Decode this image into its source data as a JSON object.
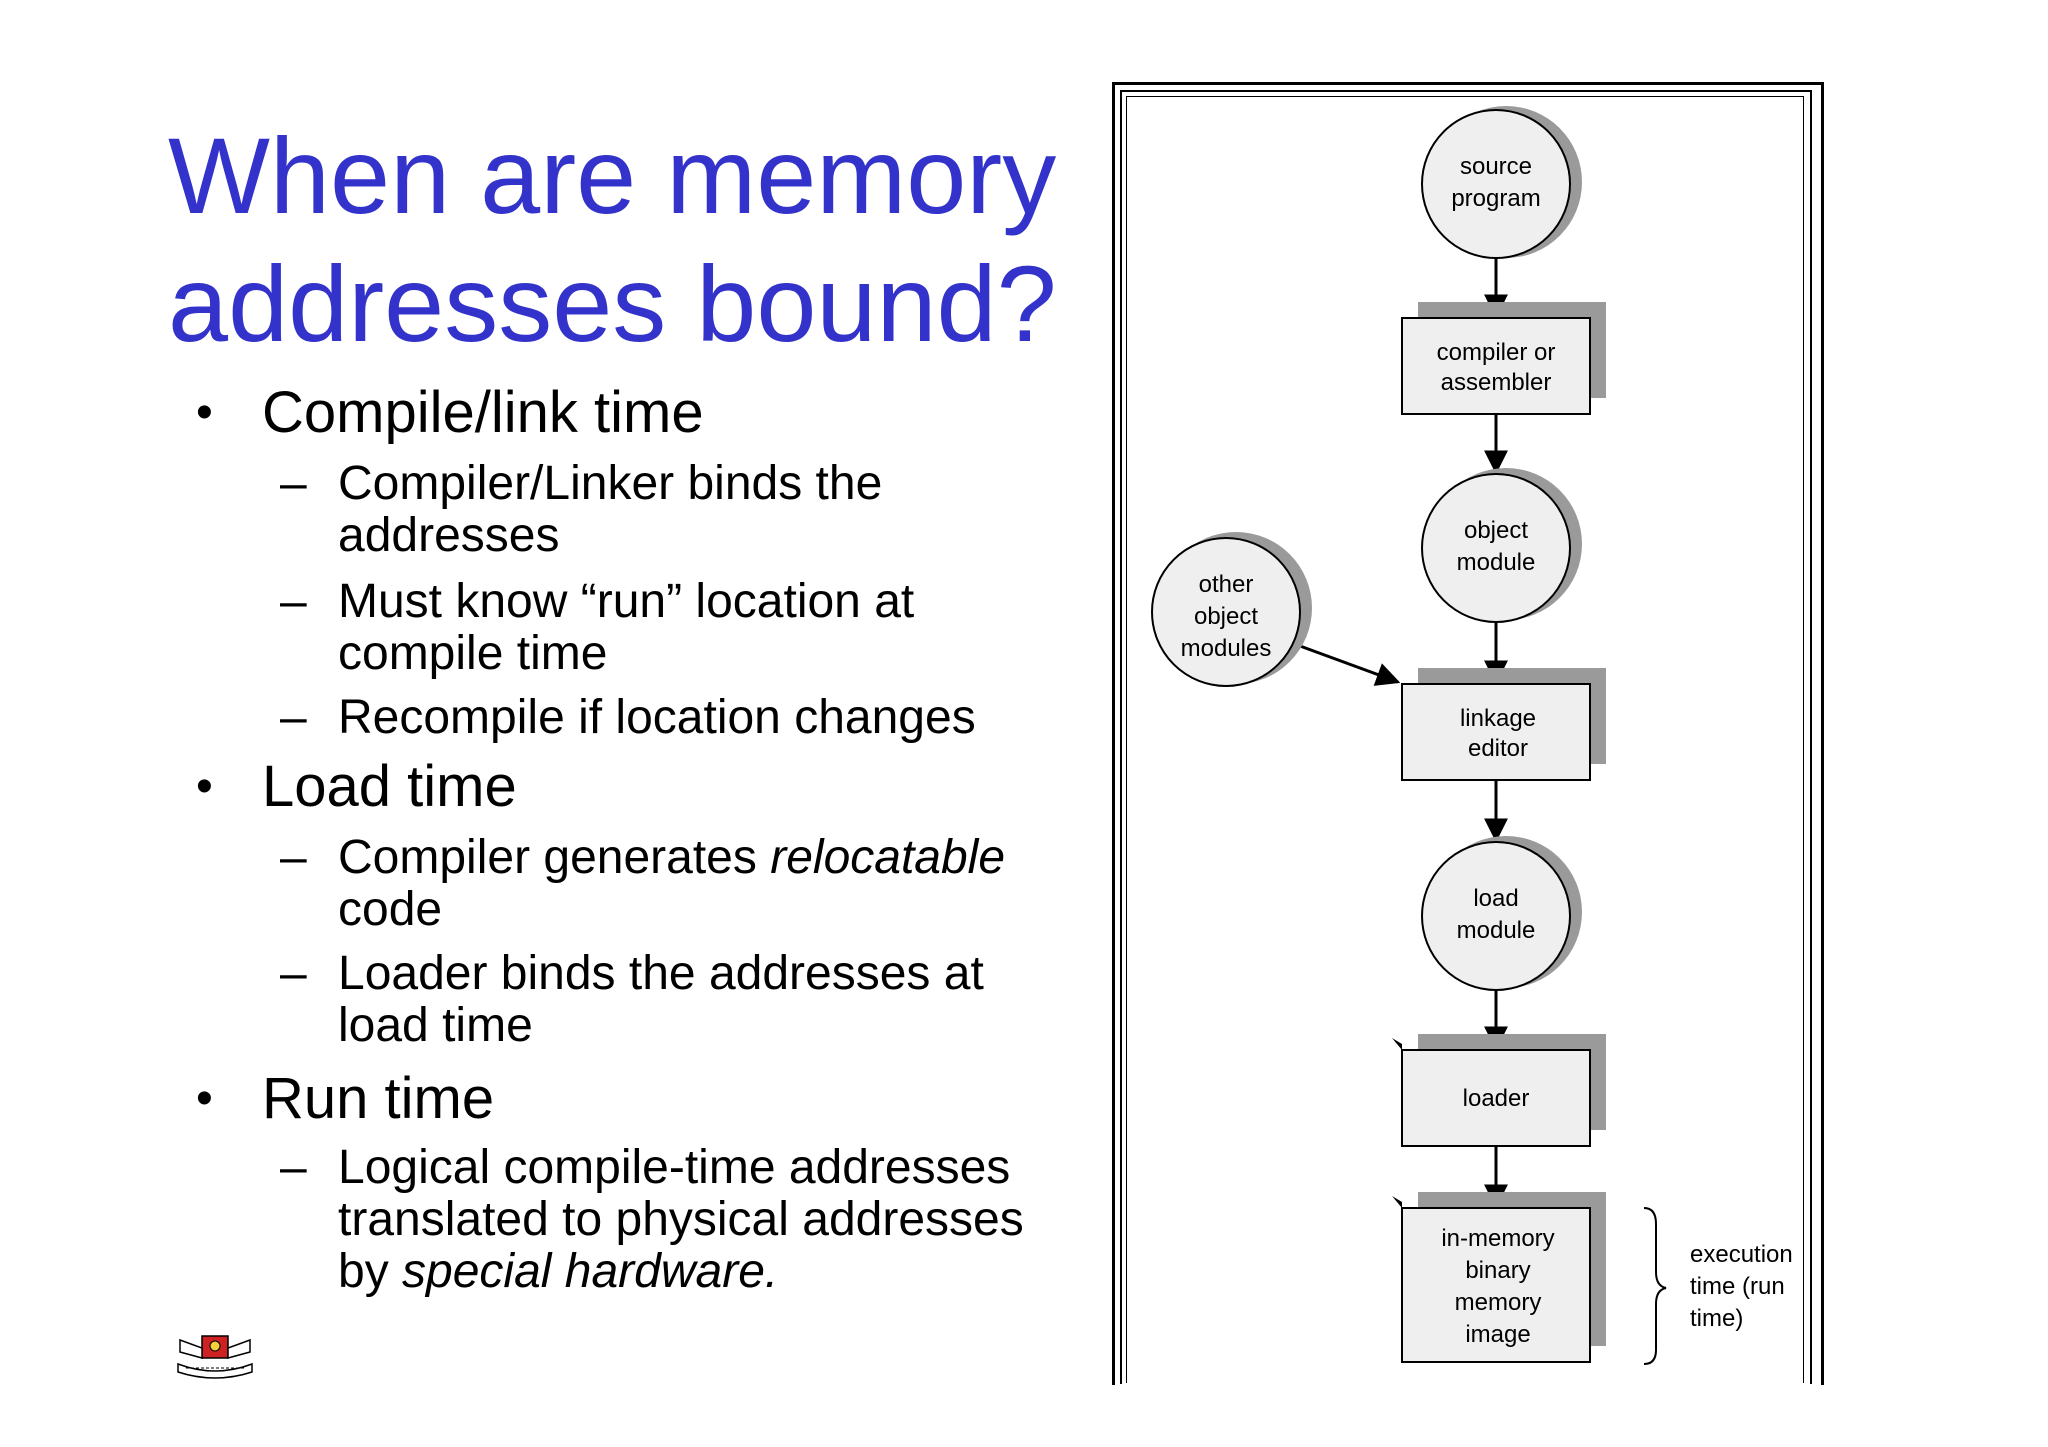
{
  "title": {
    "line1": "When are memory",
    "line2": "addresses bound?"
  },
  "bullets": [
    {
      "label": "Compile/link time",
      "subs": [
        {
          "lines": [
            "Compiler/Linker binds the",
            "addresses"
          ]
        },
        {
          "lines": [
            "Must know “run” location at",
            "compile time"
          ]
        },
        {
          "lines": [
            "Recompile if location changes"
          ]
        }
      ]
    },
    {
      "label": "Load time",
      "subs": [
        {
          "lines": [
            "Compiler generates ",
            "code"
          ],
          "italic": "relocatable"
        },
        {
          "lines": [
            "Loader binds the addresses at",
            "load time"
          ]
        }
      ]
    },
    {
      "label": "Run time",
      "subs": [
        {
          "lines": [
            "Logical compile-time addresses",
            "translated to physical addresses",
            "by "
          ],
          "italic": "special hardware."
        }
      ]
    }
  ],
  "symbols": {
    "bullet": "•",
    "dash": "–"
  },
  "diagram": {
    "nodes": {
      "source_program": [
        "source",
        "program"
      ],
      "compiler": [
        "compiler or",
        "assembler"
      ],
      "object_module": [
        "object",
        "module"
      ],
      "other_object_modules": [
        "other",
        "object",
        "modules"
      ],
      "linkage_editor": [
        "linkage",
        "editor"
      ],
      "load_module": [
        "load",
        "module"
      ],
      "loader": [
        "loader"
      ],
      "in_memory": [
        "in-memory",
        "binary",
        "memory",
        "image"
      ]
    },
    "execution_note": [
      "execution",
      "time  (run",
      "time)"
    ]
  },
  "colors": {
    "title": "#3333cc",
    "node_fill": "#efefef",
    "node_shadow": "#9a9a9a",
    "text": "#000000"
  },
  "logo": "university-crest-icon"
}
